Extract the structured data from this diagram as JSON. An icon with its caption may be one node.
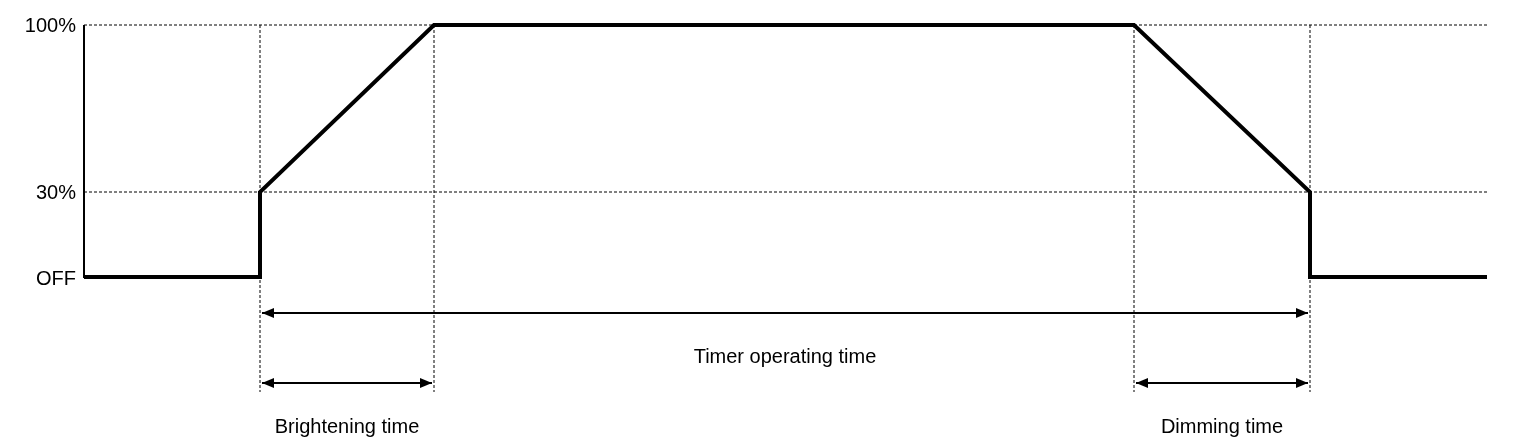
{
  "diagram": {
    "labels": [
      "100%",
      "30%",
      "OFF",
      "Timer operating time",
      "Brightening time",
      "Dimming time"
    ]
  }
}
